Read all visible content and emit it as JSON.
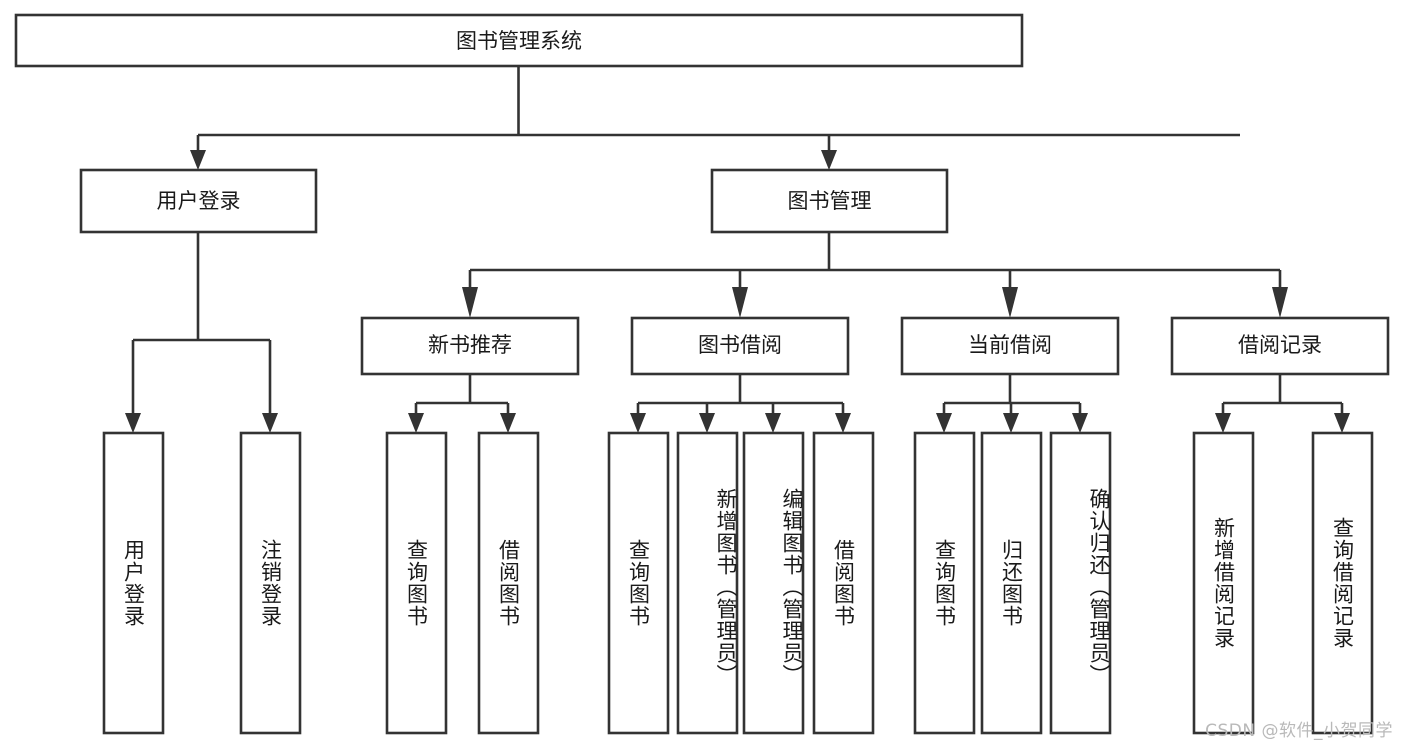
{
  "diagram": {
    "title": "图书管理系统",
    "type": "tree",
    "watermark": "CSDN @软件_小贺同学",
    "colors": {
      "box_stroke": "#333333",
      "box_fill": "#ffffff",
      "text": "#1a1a1a",
      "background": "#ffffff",
      "watermark": "#b9b9b9"
    },
    "levels": {
      "root": {
        "label": "图书管理系统"
      },
      "level2": [
        {
          "label": "用户登录"
        },
        {
          "label": "图书管理"
        }
      ],
      "level3": [
        {
          "label": "新书推荐"
        },
        {
          "label": "图书借阅"
        },
        {
          "label": "当前借阅"
        },
        {
          "label": "借阅记录"
        }
      ],
      "leaves": [
        {
          "label": "用户登录",
          "parent": "用户登录"
        },
        {
          "label": "注销登录",
          "parent": "用户登录"
        },
        {
          "label": "查询图书",
          "parent": "新书推荐"
        },
        {
          "label": "借阅图书",
          "parent": "新书推荐"
        },
        {
          "label": "查询图书",
          "parent": "图书借阅"
        },
        {
          "label": "新增图书（管理员）",
          "parent": "图书借阅"
        },
        {
          "label": "编辑图书（管理员）",
          "parent": "图书借阅"
        },
        {
          "label": "借阅图书",
          "parent": "图书借阅"
        },
        {
          "label": "查询图书",
          "parent": "当前借阅"
        },
        {
          "label": "归还图书",
          "parent": "当前借阅"
        },
        {
          "label": "确认归还（管理员）",
          "parent": "当前借阅"
        },
        {
          "label": "新增借阅记录",
          "parent": "借阅记录"
        },
        {
          "label": "查询借阅记录",
          "parent": "借阅记录"
        }
      ]
    }
  }
}
